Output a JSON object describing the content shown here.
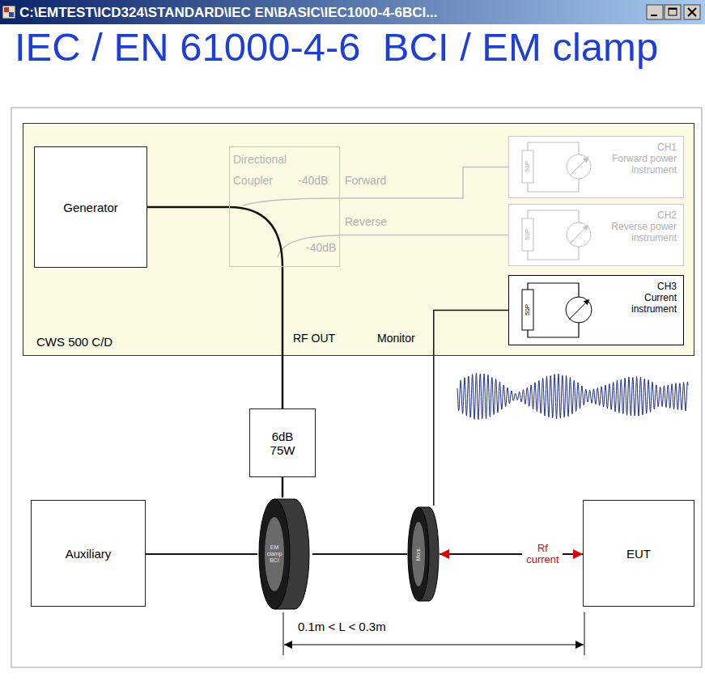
{
  "diagram": {
    "title": "IEC / EN 61000-4-6  BCI / EM clamp",
    "nodes": [
      {
        "text": [
          "CWS 500 C/D"
        ]
      },
      {
        "text": [
          "Generator"
        ],
        "in": 0
      },
      {
        "text": [
          "Directional Coupler"
        ],
        "in": 0
      },
      {
        "text": [
          "CH1",
          "Forward power instrument"
        ],
        "in": 0
      },
      {
        "text": [
          "CH2",
          "Reverse power instrument"
        ],
        "in": 0
      },
      {
        "text": [
          "CH3",
          "Current instrument"
        ],
        "in": 0
      },
      {
        "text": [
          "6dB 75W"
        ]
      },
      {
        "text": [
          "Auxiliary"
        ]
      },
      {
        "text": [
          "EM clamp BCI"
        ]
      },
      {
        "text": [
          "Moni."
        ]
      },
      {
        "text": [
          "EUT"
        ]
      }
    ],
    "edges": [
      {
        "from": 1,
        "to": 2,
        "arrow": "none"
      },
      {
        "from": 2,
        "to": 6,
        "arrow": "none"
      },
      {
        "from": 6,
        "to": 8,
        "arrow": "none"
      },
      {
        "from": 7,
        "to": 8,
        "arrow": "none"
      },
      {
        "from": 8,
        "to": 9,
        "arrow": "none"
      },
      {
        "from": 9,
        "to": 10,
        "arrow": "both",
        "label": "Rf current"
      },
      {
        "from": 2,
        "to": 3,
        "arrow": "none"
      },
      {
        "from": 2,
        "to": 4,
        "arrow": "none"
      },
      {
        "from": 9,
        "to": 5,
        "arrow": "none"
      }
    ],
    "labels": [
      "C:\\EMTEST\\ICD324\\STANDARD\\IEC EN\\BASIC\\IEC1000-4-6BCI...",
      "-40dB",
      "Forward",
      "Reverse",
      "-40dB",
      "RF OUT",
      "Monitor",
      "50P",
      "50P",
      "50P",
      "0.1m < L < 0.3m"
    ]
  }
}
